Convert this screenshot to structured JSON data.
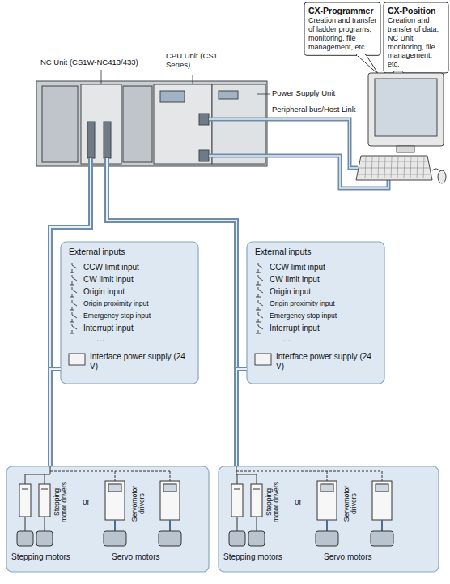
{
  "diagram": {
    "nodes": [
      {
        "text": [
          "CX-Programmer",
          "Creation and transfer of ladder programs, monitoring, file management, etc."
        ]
      },
      {
        "text": [
          "CX-Position",
          "Creation and transfer of data, NC Unit monitoring, file management, etc."
        ]
      },
      {
        "text": [
          "External inputs",
          "CCW limit input",
          "CW limit input",
          "Origin input",
          "Origin proximity input",
          "Emergency stop input",
          "Interrupt input",
          "…",
          "Interface power supply (24 V)"
        ]
      },
      {
        "text": [
          "External inputs",
          "CCW limit input",
          "CW limit input",
          "Origin input",
          "Origin proximity input",
          "Emergency stop input",
          "Interrupt input",
          "…",
          "Interface power supply (24 V)"
        ]
      },
      {
        "text": [
          "Stepping motor drivers",
          "or",
          "Servomotor drivers",
          "Stepping motors",
          "Servo motors"
        ]
      },
      {
        "text": [
          "Stepping motor drivers",
          "or",
          "Servomotor drivers",
          "Stepping motors",
          "Servo motors"
        ]
      }
    ],
    "edges": [
      {
        "from": 2,
        "to": 4,
        "arrow": "none"
      },
      {
        "from": 3,
        "to": 5,
        "arrow": "none"
      }
    ],
    "labels": [
      "NC Unit (CS1W-NC413/433)",
      "CPU Unit (CS1 Series)",
      "Power Supply Unit",
      "Peripheral bus/Host Link"
    ]
  }
}
